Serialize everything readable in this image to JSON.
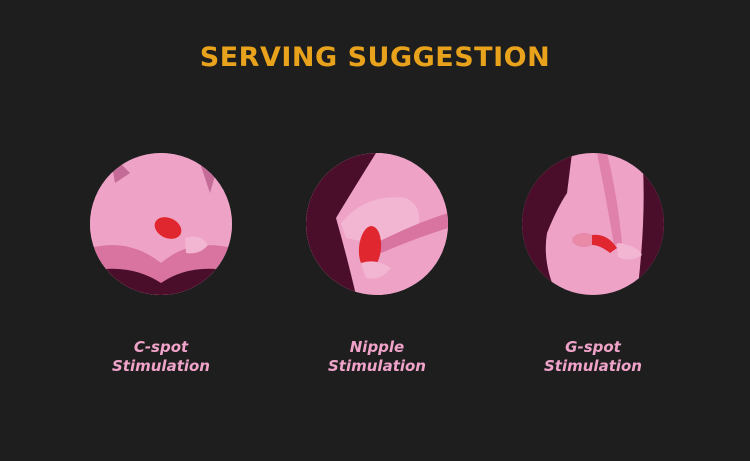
{
  "title": "SERVING SUGGESTION",
  "colors": {
    "background": "#1e1e1e",
    "title": "#e8a21b",
    "caption": "#f0a3c8",
    "skin": "#eda2c6",
    "skin_shadow": "#d9739f",
    "dark_bg": "#4a0e2a",
    "product": "#e0262e"
  },
  "items": [
    {
      "line1": "C-spot",
      "line2": "Stimulation"
    },
    {
      "line1": "Nipple",
      "line2": "Stimulation"
    },
    {
      "line1": "G-spot",
      "line2": "Stimulation"
    }
  ]
}
